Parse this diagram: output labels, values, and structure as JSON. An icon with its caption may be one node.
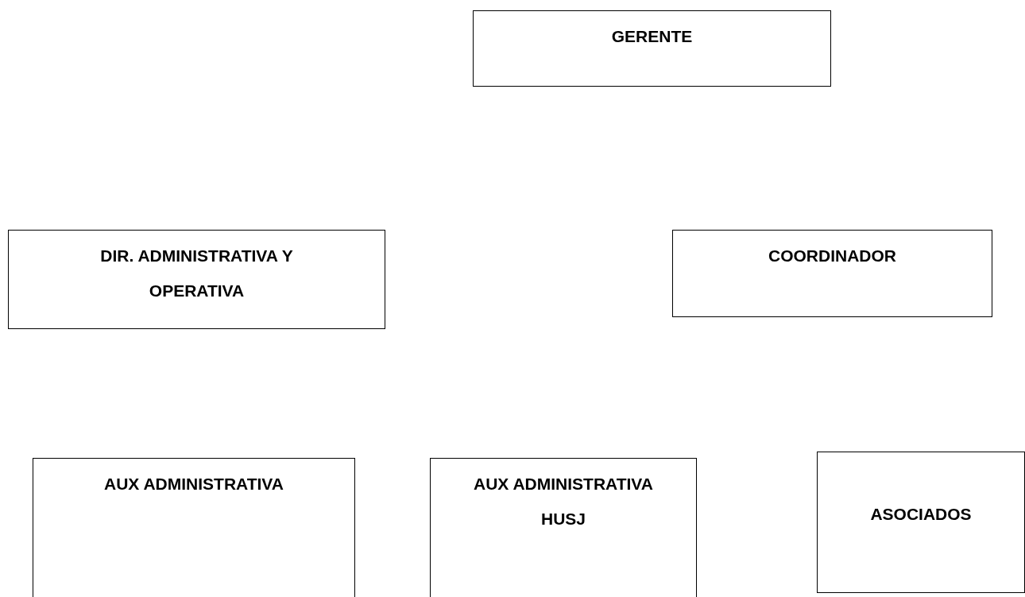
{
  "diagram": {
    "nodes": [
      {
        "text": [
          "GERENTE"
        ]
      },
      {
        "text": [
          "DIR. ADMINISTRATIVA Y OPERATIVA"
        ]
      },
      {
        "text": [
          "COORDINADOR"
        ]
      },
      {
        "text": [
          "AUX ADMINISTRATIVA"
        ]
      },
      {
        "text": [
          "AUX ADMINISTRATIVA HUSJ"
        ]
      },
      {
        "text": [
          "ASOCIADOS"
        ]
      }
    ]
  }
}
